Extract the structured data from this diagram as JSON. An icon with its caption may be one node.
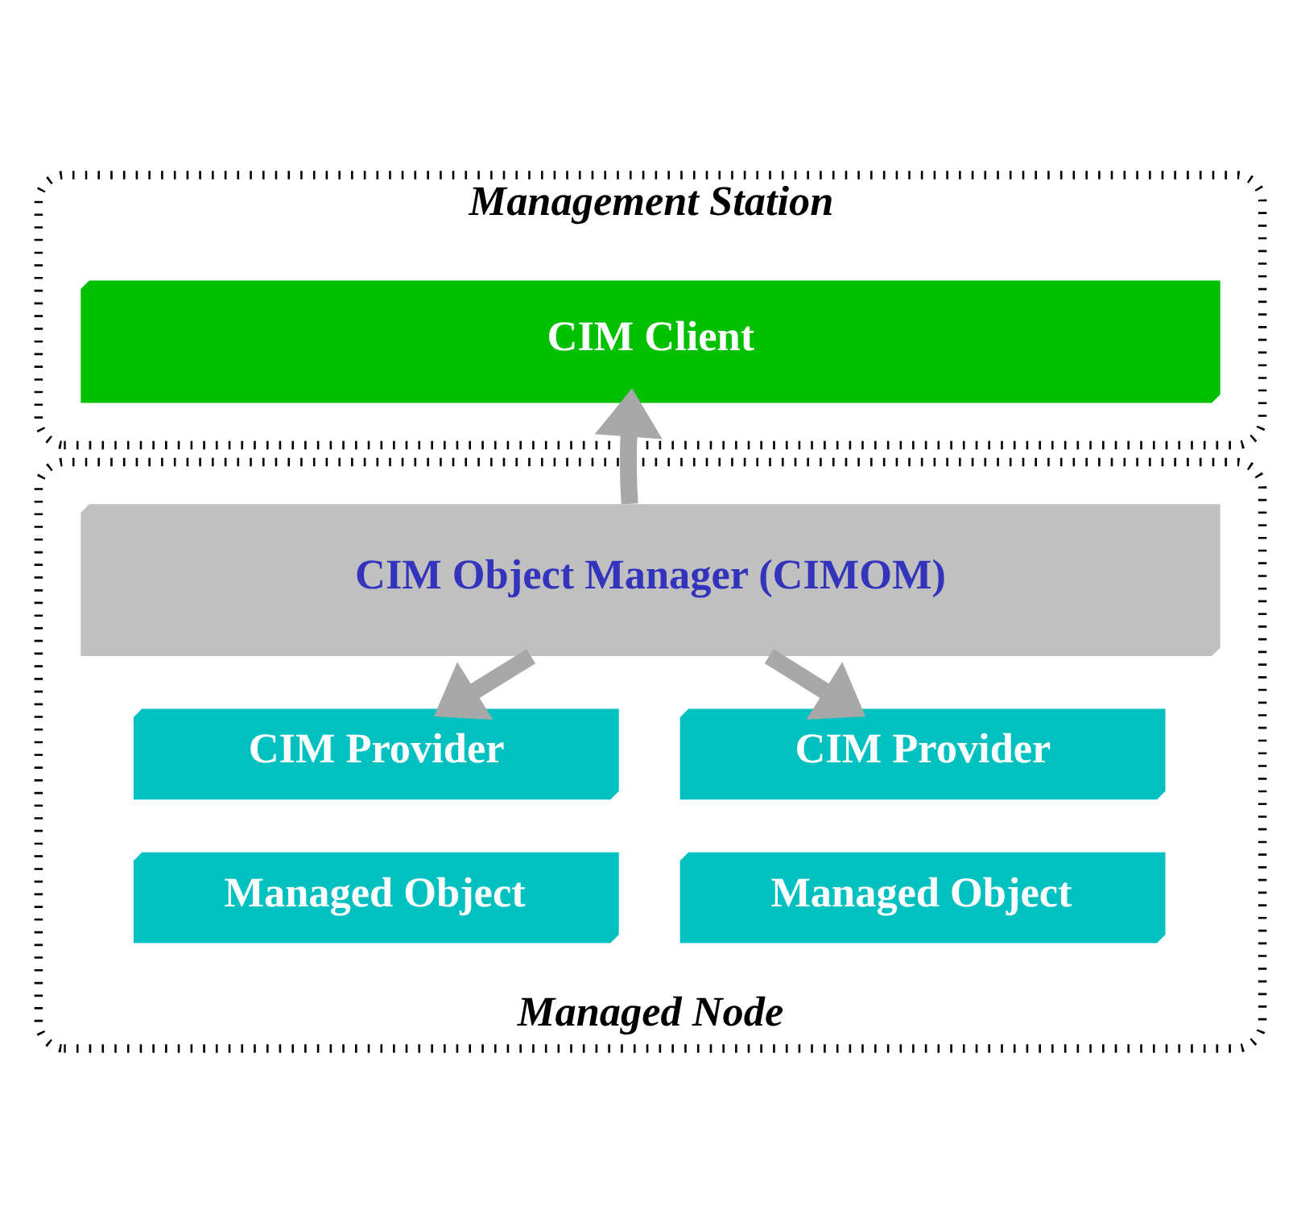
{
  "diagram": {
    "nodes": [
      {
        "text": [
          "Management Station"
        ]
      },
      {
        "text": [
          "CIM Client"
        ],
        "in": 0
      },
      {
        "text": [
          "Managed Node"
        ]
      },
      {
        "text": [
          "CIM Object Manager (CIMOM)"
        ],
        "in": 2
      },
      {
        "text": [
          "CIM Provider"
        ],
        "in": 2
      },
      {
        "text": [
          "Managed Object"
        ],
        "in": 2
      },
      {
        "text": [
          "CIM Provider"
        ],
        "in": 2
      },
      {
        "text": [
          "Managed Object"
        ],
        "in": 2
      }
    ],
    "edges": [
      {
        "from": 3,
        "to": 1,
        "arrow": "to"
      },
      {
        "from": 3,
        "to": 4,
        "arrow": "to"
      },
      {
        "from": 3,
        "to": 6,
        "arrow": "to"
      }
    ]
  }
}
